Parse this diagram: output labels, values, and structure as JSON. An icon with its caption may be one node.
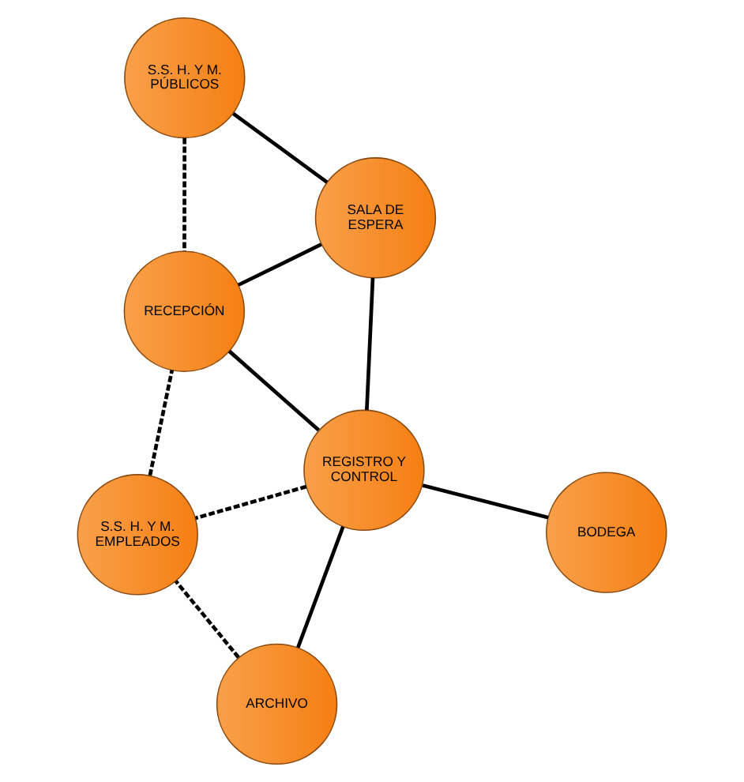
{
  "diagram": {
    "nodes": [
      {
        "text": [
          "ARCHIVO"
        ]
      },
      {
        "text": [
          "S.S. H. Y M. EMPLEADOS"
        ]
      },
      {
        "text": [
          "REGISTRO Y CONTROL"
        ]
      },
      {
        "text": [
          "S.S. H. Y M. PÚBLICOS"
        ]
      },
      {
        "text": [
          "BODEGA"
        ]
      },
      {
        "text": [
          "SALA DE ESPERA"
        ]
      },
      {
        "text": [
          "RECEPCIÓN"
        ]
      }
    ],
    "edges": [
      {
        "from": 0,
        "to": 1,
        "arrow": "none",
        "style": "dashed"
      },
      {
        "from": 0,
        "to": 2,
        "arrow": "none"
      },
      {
        "from": 2,
        "to": 1,
        "arrow": "none",
        "style": "dashed"
      },
      {
        "from": 1,
        "to": 6,
        "arrow": "none",
        "style": "dashed"
      },
      {
        "from": 2,
        "to": 4,
        "arrow": "none"
      },
      {
        "from": 2,
        "to": 5,
        "arrow": "none"
      },
      {
        "from": 2,
        "to": 6,
        "arrow": "none"
      },
      {
        "from": 3,
        "to": 6,
        "arrow": "none",
        "style": "dashed"
      },
      {
        "from": 3,
        "to": 5,
        "arrow": "none"
      },
      {
        "from": 5,
        "to": 6,
        "arrow": "none"
      }
    ]
  }
}
